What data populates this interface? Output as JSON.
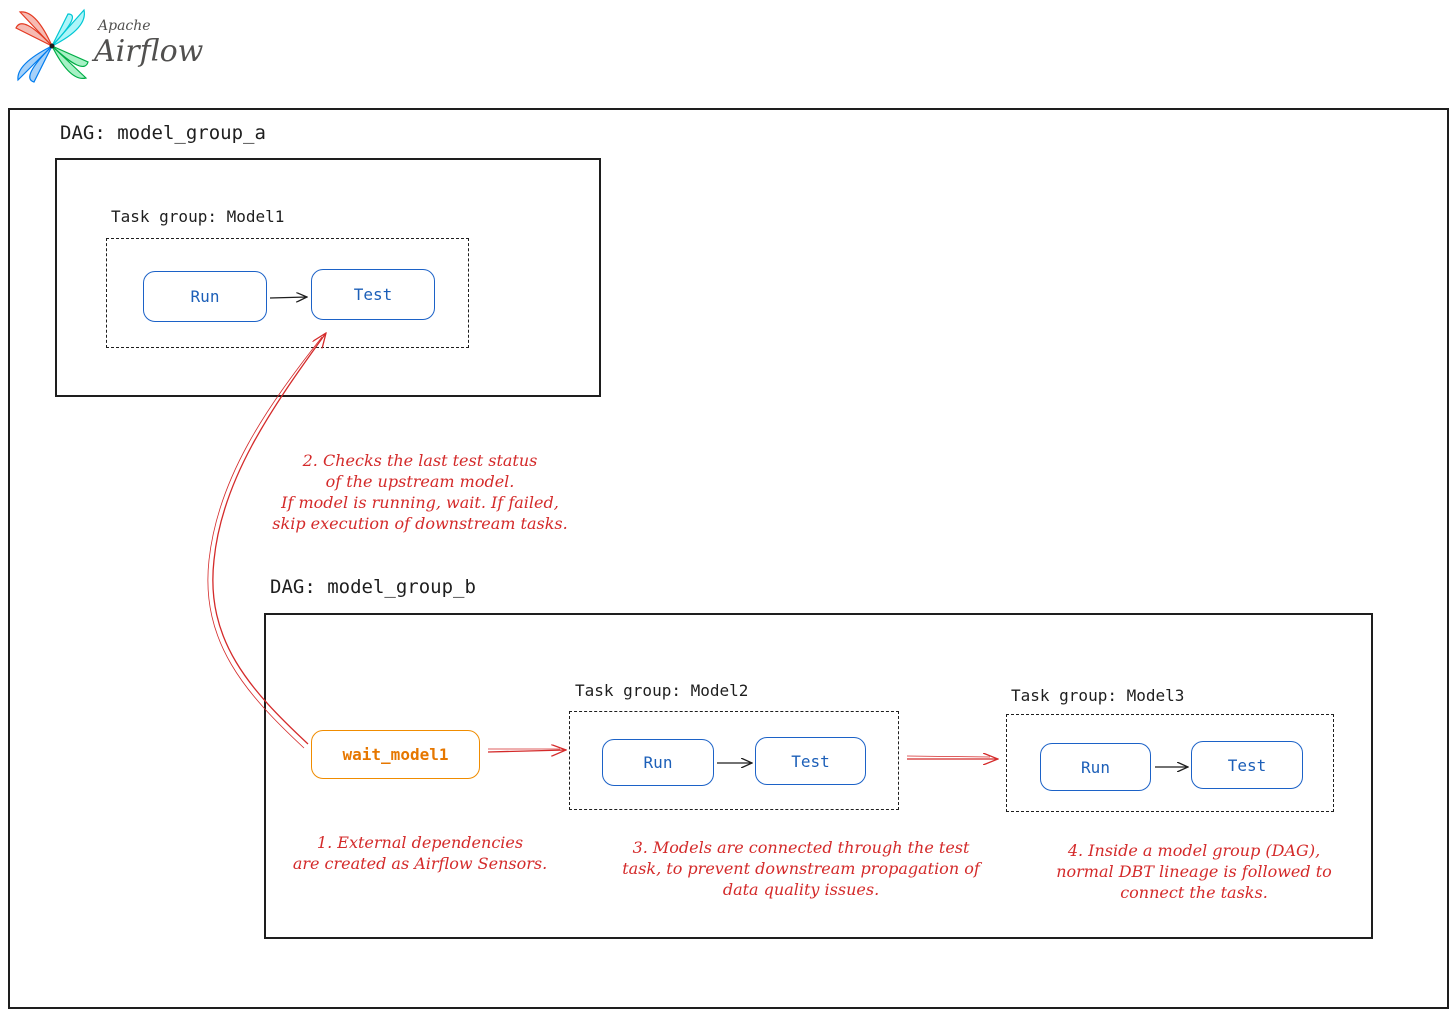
{
  "logo": {
    "top_text": "Apache",
    "main_text": "Airflow",
    "icon": "pinwheel-icon",
    "colors": [
      "#e43921",
      "#00c7d4",
      "#11e1ee",
      "#017cee",
      "#04d659",
      "#00ad46"
    ]
  },
  "dag_a": {
    "title": "DAG: model_group_a",
    "task_group": {
      "title": "Task group: Model1",
      "run": "Run",
      "test": "Test"
    }
  },
  "dag_b": {
    "title": "DAG: model_group_b",
    "sensor": "wait_model1",
    "group_2": {
      "title": "Task group: Model2",
      "run": "Run",
      "test": "Test"
    },
    "group_3": {
      "title": "Task group: Model3",
      "run": "Run",
      "test": "Test"
    }
  },
  "notes": {
    "note_1": [
      "1. External dependencies",
      "are created as Airflow Sensors."
    ],
    "note_2": [
      "2. Checks the last test status",
      "of the upstream model.",
      "If model is running, wait. If failed,",
      "skip execution of downstream tasks."
    ],
    "note_3": [
      "3. Models are connected through the test",
      "task, to prevent downstream propagation of",
      "data quality issues."
    ],
    "note_4": [
      "4. Inside a model group (DAG),",
      "normal DBT lineage is followed to",
      "connect the tasks."
    ]
  },
  "colors": {
    "stroke": "#1e1e1e",
    "task_blue": "#1c62c7",
    "sensor_orange": "#f08c00",
    "annotation_red": "#d42a2a"
  }
}
